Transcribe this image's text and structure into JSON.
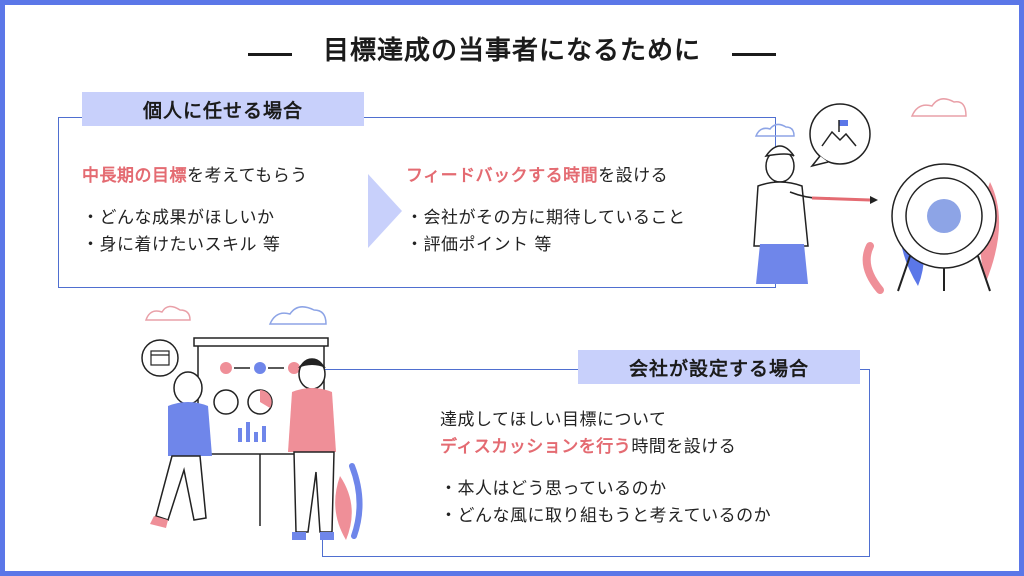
{
  "title": "目標達成の当事者になるために",
  "section_individual": {
    "tag": "個人に任せる場合",
    "left_heading_highlight": "中長期の目標",
    "left_heading_rest": "を考えてもらう",
    "left_items": [
      "・どんな成果がほしいか",
      "・身に着けたいスキル 等"
    ],
    "right_heading_highlight": "フィードバックする時間",
    "right_heading_rest": "を設ける",
    "right_items": [
      "・会社がその方に期待していること",
      "・評価ポイント 等"
    ]
  },
  "section_company": {
    "tag": "会社が設定する場合",
    "line1": "達成してほしい目標について",
    "line2_highlight": "ディスカッションを行う",
    "line2_rest": "時間を設ける",
    "items": [
      "・本人はどう思っているのか",
      "・どんな風に取り組もうと考えているのか"
    ]
  },
  "colors": {
    "frame": "#5b77e8",
    "tag_bg": "#c8d0fb",
    "highlight": "#e46b72",
    "box_border": "#4f6fd0"
  },
  "illustrations": [
    "target-archery-illustration",
    "presentation-meeting-illustration"
  ]
}
